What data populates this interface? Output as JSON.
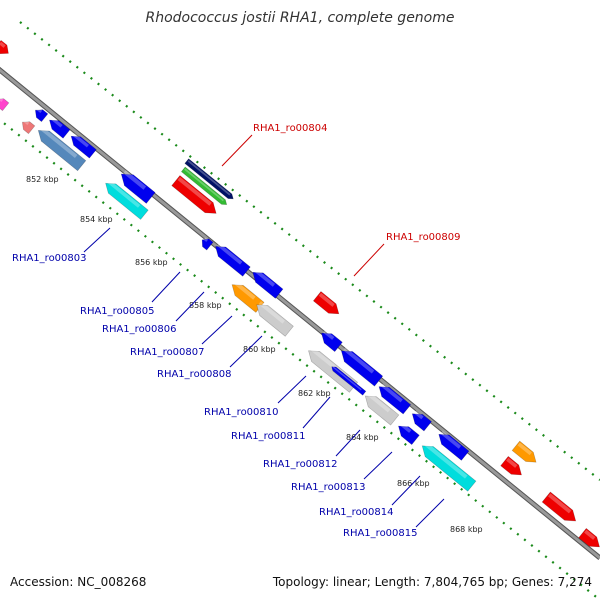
{
  "title": "Rhodococcus jostii RHA1, complete genome",
  "footer": {
    "accession": "Accession: NC_008268",
    "summary": "Topology: linear; Length: 7,804,765 bp; Genes: 7,274"
  },
  "ticks": [
    "852 kbp",
    "854 kbp",
    "856 kbp",
    "858 kbp",
    "860 kbp",
    "862 kbp",
    "864 kbp",
    "866 kbp",
    "868 kbp"
  ],
  "labels": [
    "RHA1_ro00804",
    "RHA1_ro00809",
    "RHA1_ro00803",
    "RHA1_ro00805",
    "RHA1_ro00806",
    "RHA1_ro00807",
    "RHA1_ro00808",
    "RHA1_ro00810",
    "RHA1_ro00811",
    "RHA1_ro00812",
    "RHA1_ro00813",
    "RHA1_ro00814",
    "RHA1_ro00815"
  ],
  "colors": {
    "forward_label": "#cc0000",
    "reverse_label": "#0000aa",
    "backbone": "#888888",
    "dots": "#1a8a1a",
    "blue": "#0000ee",
    "red": "#ee0000",
    "cyan": "#00dddd",
    "orange": "#ff9900",
    "grey": "#cccccc",
    "steel": "#5588bb",
    "navy": "#001166",
    "green": "#33bb33",
    "pink": "#ee7777",
    "magenta": "#ff44cc"
  }
}
